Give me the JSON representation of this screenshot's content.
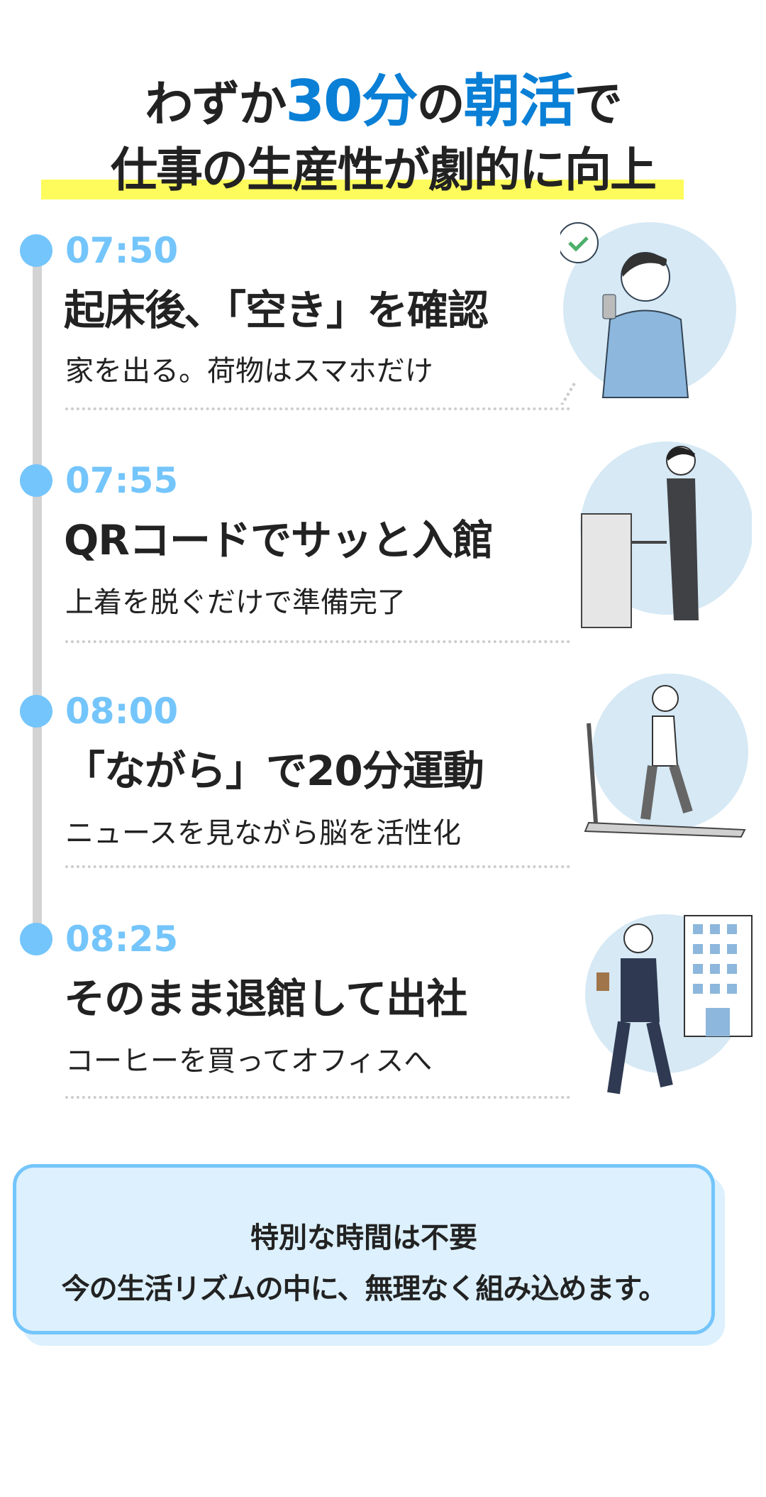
{
  "title": {
    "line1_a": "わずか",
    "line1_b": "30分",
    "line1_c": "の",
    "line1_d": "朝活",
    "line1_e": "で",
    "line2": "仕事の生産性が劇的に向上"
  },
  "colors": {
    "accent": "#0a7fd6",
    "timeline": "#74c5fb",
    "highlight": "#fdfc5c",
    "box_bg": "#dcf0fd"
  },
  "items": [
    {
      "time": "07:50",
      "heading": "起床後､「空き」を確認",
      "sub": "家を出る。荷物はスマホだけ",
      "illustration": "man-checking-phone"
    },
    {
      "time": "07:55",
      "heading": "QRコードでサッと入館",
      "sub": "上着を脱ぐだけで準備完了",
      "illustration": "man-at-gate"
    },
    {
      "time": "08:00",
      "heading": "「ながら」で20分運動",
      "sub": "ニュースを見ながら脳を活性化",
      "illustration": "man-on-treadmill"
    },
    {
      "time": "08:25",
      "heading": "そのまま退館して出社",
      "sub": "コーヒーを買ってオフィスへ",
      "illustration": "man-walking-to-office"
    }
  ],
  "note": {
    "line1": "特別な時間は不要",
    "line2": "今の生活リズムの中に、無理なく組み込めます。"
  }
}
